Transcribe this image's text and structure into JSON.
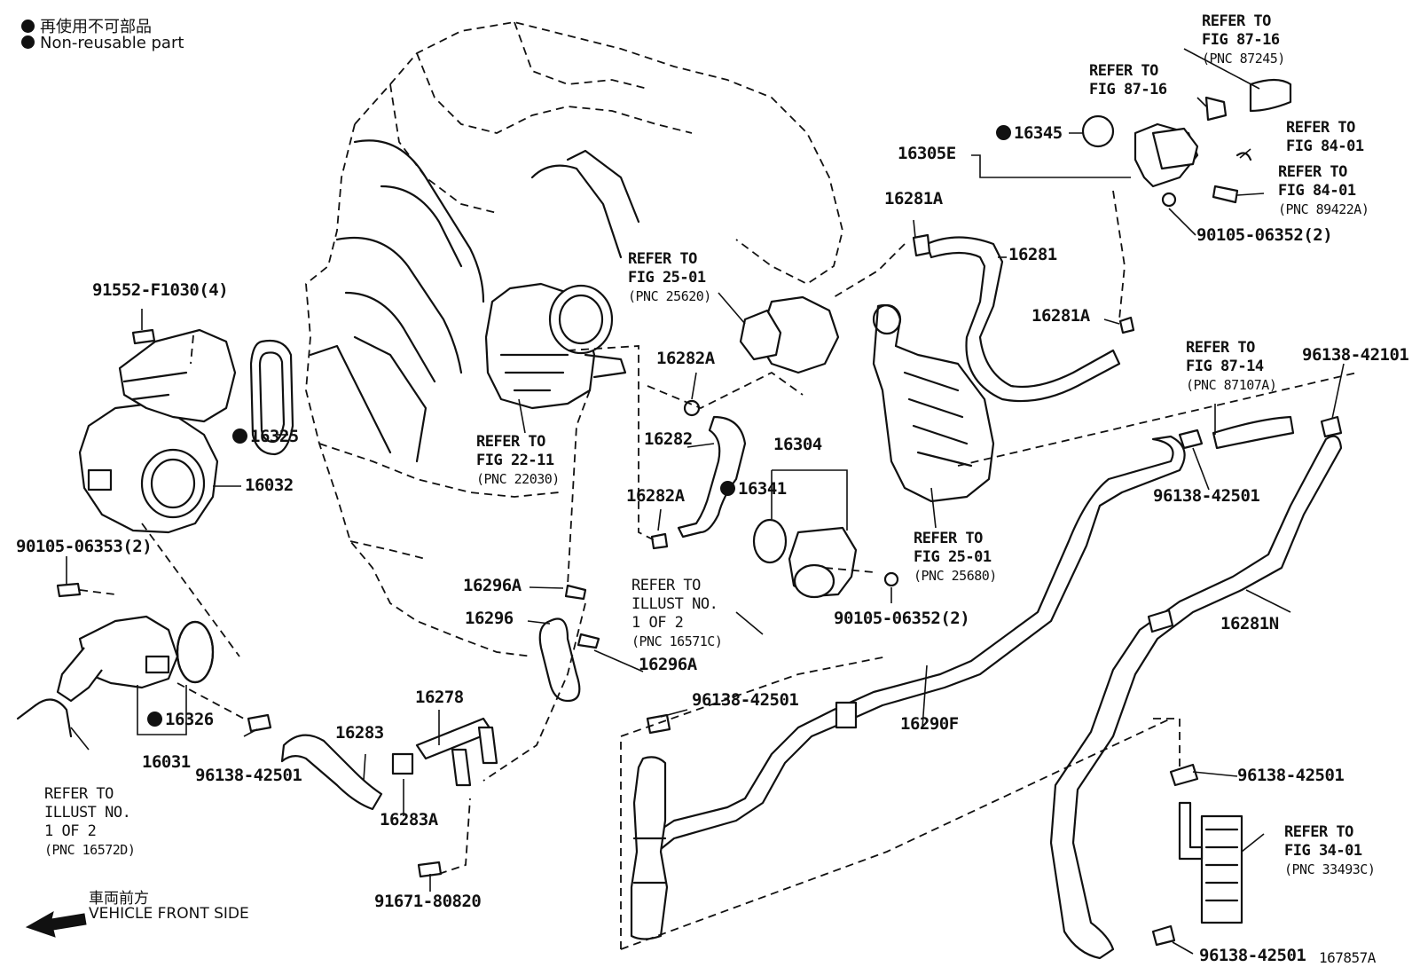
{
  "legend": {
    "non_reusable_jp": "再使用不可部品",
    "non_reusable_en": "Non-reusable part",
    "front_jp": "車両前方",
    "front_en": "VEHICLE FRONT SIDE"
  },
  "diagram_id": "167857A",
  "parts": {
    "p91552": "91552-F1030(4)",
    "p16325": "16325",
    "p16032": "16032",
    "p90105a": "90105-06353(2)",
    "p16326": "16326",
    "p16031": "16031",
    "p96138a": "96138-42501",
    "p16283": "16283",
    "p16283A": "16283A",
    "p16278": "16278",
    "p91671": "91671-80820",
    "p16296A_top": "16296A",
    "p16296": "16296",
    "p16296A_bot": "16296A",
    "p16282A_top": "16282A",
    "p16282": "16282",
    "p16282A_bot": "16282A",
    "p16304": "16304",
    "p16341": "16341",
    "p90105b": "90105-06352(2)",
    "p96138b": "96138-42501",
    "p16290F": "16290F",
    "p16281A_top": "16281A",
    "p16281": "16281",
    "p16281A_right": "16281A",
    "p16345": "16345",
    "p16305E": "16305E",
    "p90105c": "90105-06352(2)",
    "p96138c": "96138-42101",
    "p96138d": "96138-42501",
    "p16281N": "16281N",
    "p96138e": "96138-42501",
    "p96138f": "96138-42501"
  },
  "refs": {
    "r_fig87_16_top": {
      "l1": "REFER TO",
      "l2": "FIG 87-16",
      "pnc": "(PNC 87245)"
    },
    "r_fig87_16_mid": {
      "l1": "REFER TO",
      "l2": "FIG 87-16"
    },
    "r_fig84_01_a": {
      "l1": "REFER TO",
      "l2": "FIG 84-01"
    },
    "r_fig84_01_b": {
      "l1": "REFER TO",
      "l2": "FIG 84-01",
      "pnc": "(PNC 89422A)"
    },
    "r_fig25_01_top": {
      "l1": "REFER TO",
      "l2": "FIG 25-01",
      "pnc": "(PNC 25620)"
    },
    "r_fig22_11": {
      "l1": "REFER TO",
      "l2": "FIG 22-11",
      "pnc": "(PNC 22030)"
    },
    "r_fig25_01_bot": {
      "l1": "REFER TO",
      "l2": "FIG 25-01",
      "pnc": "(PNC 25680)"
    },
    "r_fig87_14": {
      "l1": "REFER TO",
      "l2": "FIG 87-14",
      "pnc": "(PNC 87107A)"
    },
    "r_illust_16571": {
      "l1": "REFER TO",
      "l2": "ILLUST NO.",
      "l3": "1 OF 2",
      "pnc": "(PNC 16571C)"
    },
    "r_illust_16572": {
      "l1": "REFER TO",
      "l2": "ILLUST NO.",
      "l3": "1 OF 2",
      "pnc": "(PNC 16572D)"
    },
    "r_fig34_01": {
      "l1": "REFER TO",
      "l2": "FIG 34-01",
      "pnc": "(PNC 33493C)"
    }
  }
}
